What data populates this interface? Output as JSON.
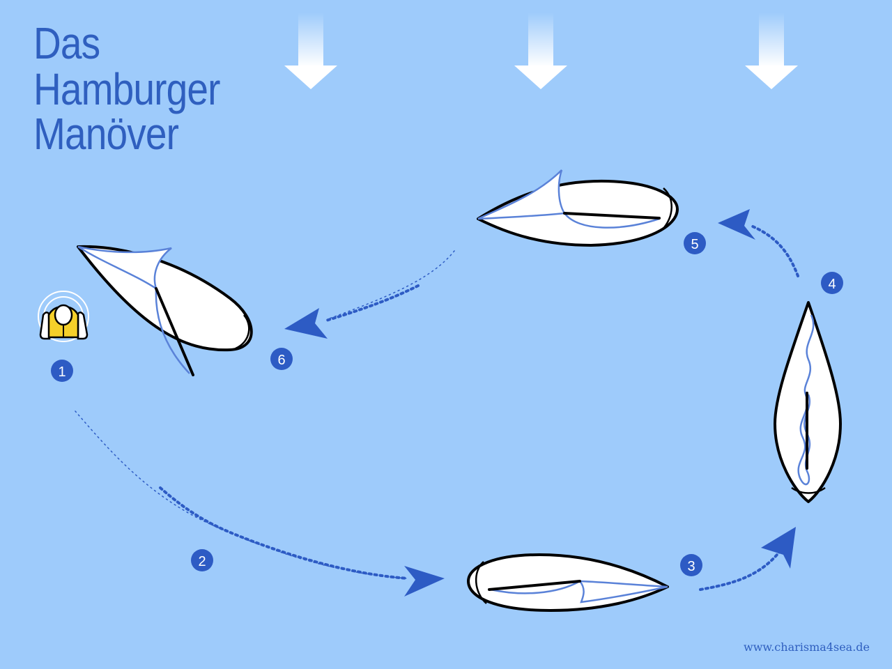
{
  "title": {
    "line1": "Das",
    "line2": "Hamburger",
    "line3": "Manöver"
  },
  "steps": {
    "s1": "1",
    "s2": "2",
    "s3": "3",
    "s4": "4",
    "s5": "5",
    "s6": "6"
  },
  "icons": {
    "wind": "wind-arrow-icon",
    "person": "person-in-water-icon",
    "boat": "sailboat-icon"
  },
  "footer": {
    "credit": "www.charisma4sea.de"
  },
  "colors": {
    "background": "#9ecbfb",
    "accent": "#2f5fbf",
    "path": "#2d5bc4",
    "sail": "#5a82d8",
    "life_vest": "#f5d02a"
  }
}
